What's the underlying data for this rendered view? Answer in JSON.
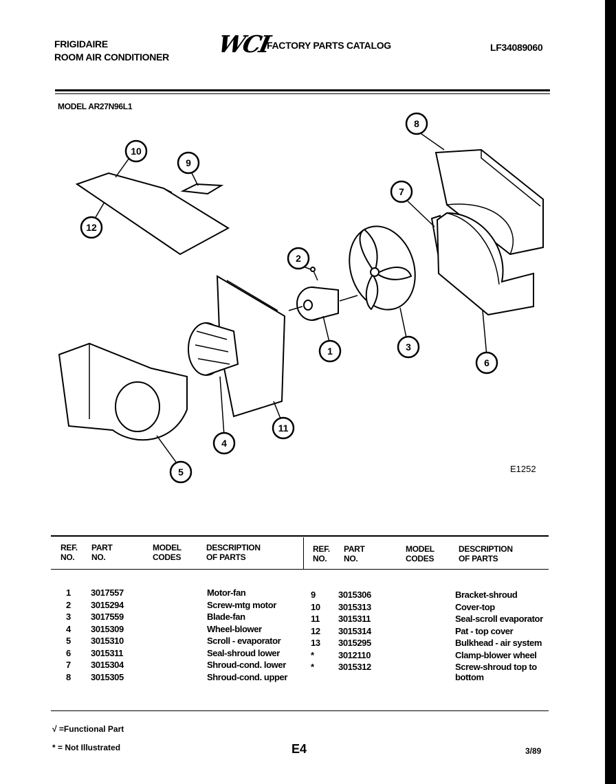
{
  "header": {
    "brand": "FRIGIDAIRE",
    "product": "ROOM AIR CONDITIONER",
    "logo": "WCI",
    "catalog_title": "FACTORY PARTS CATALOG",
    "catalog_number": "LF34089060",
    "model_label": "MODEL AR27N96L1"
  },
  "diagram": {
    "callouts": [
      "1",
      "2",
      "3",
      "4",
      "5",
      "6",
      "7",
      "8",
      "9",
      "10",
      "11",
      "12"
    ],
    "code": "E1252"
  },
  "table": {
    "headers": {
      "ref": "REF.\nNO.",
      "part": "PART\nNO.",
      "model": "MODEL\nCODES",
      "desc": "DESCRIPTION\nOF PARTS"
    },
    "left_rows": [
      {
        "ref": "1",
        "part": "3017557",
        "codes": "",
        "desc": "Motor-fan"
      },
      {
        "ref": "2",
        "part": "3015294",
        "codes": "",
        "desc": "Screw-mtg motor"
      },
      {
        "ref": "3",
        "part": "3017559",
        "codes": "",
        "desc": "Blade-fan"
      },
      {
        "ref": "4",
        "part": "3015309",
        "codes": "",
        "desc": "Wheel-blower"
      },
      {
        "ref": "5",
        "part": "3015310",
        "codes": "",
        "desc": "Scroll - evaporator"
      },
      {
        "ref": "6",
        "part": "3015311",
        "codes": "",
        "desc": "Seal-shroud lower"
      },
      {
        "ref": "7",
        "part": "3015304",
        "codes": "",
        "desc": "Shroud-cond. lower"
      },
      {
        "ref": "8",
        "part": "3015305",
        "codes": "",
        "desc": "Shroud-cond. upper"
      }
    ],
    "right_rows": [
      {
        "ref": "9",
        "part": "3015306",
        "codes": "",
        "desc": "Bracket-shroud"
      },
      {
        "ref": "10",
        "part": "3015313",
        "codes": "",
        "desc": "Cover-top"
      },
      {
        "ref": "11",
        "part": "3015311",
        "codes": "",
        "desc": "Seal-scroll evaporator"
      },
      {
        "ref": "12",
        "part": "3015314",
        "codes": "",
        "desc": "Pat - top cover"
      },
      {
        "ref": "13",
        "part": "3015295",
        "codes": "",
        "desc": "Bulkhead - air system"
      },
      {
        "ref": "*",
        "part": "3012110",
        "codes": "",
        "desc": "Clamp-blower wheel"
      },
      {
        "ref": "*",
        "part": "3015312",
        "codes": "",
        "desc": "Screw-shroud top to\nbottom"
      }
    ]
  },
  "legend": {
    "functional": "√ =Functional Part",
    "not_illustrated": "* = Not Illustrated"
  },
  "footer": {
    "page": "E4",
    "date": "3/89"
  }
}
